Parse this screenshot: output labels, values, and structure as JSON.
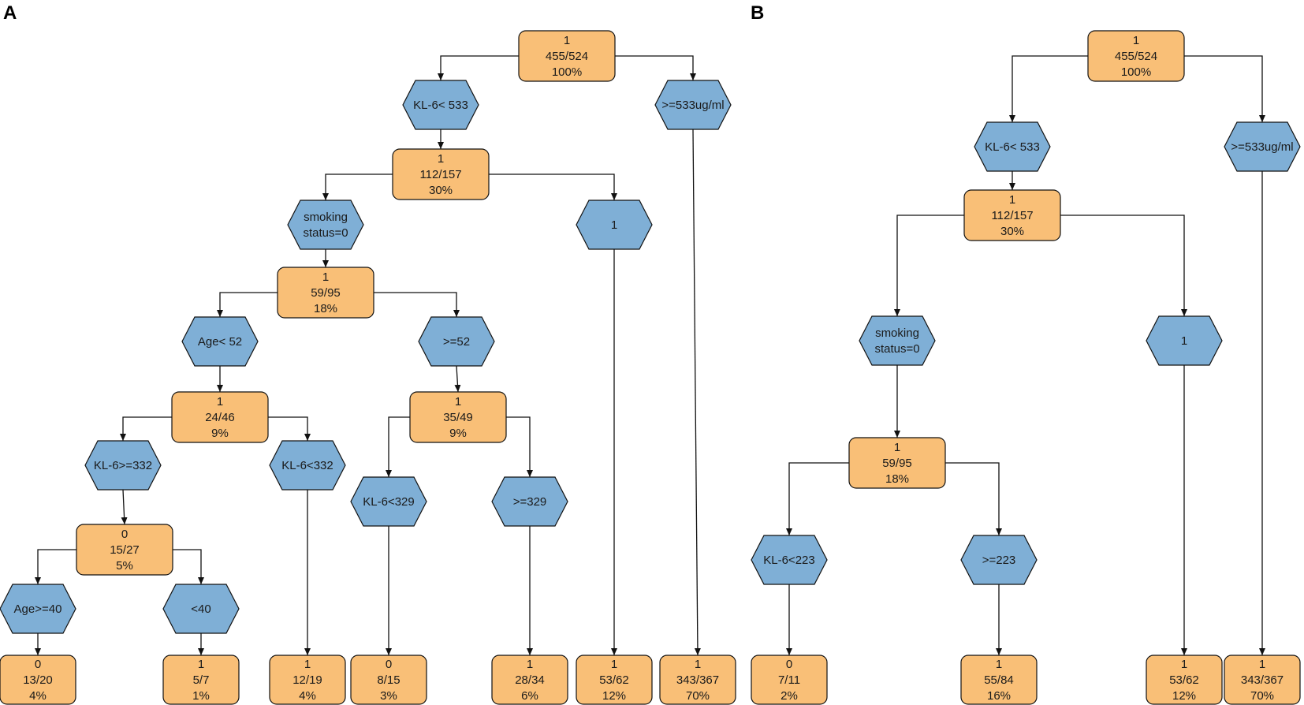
{
  "panels": [
    {
      "label": "A",
      "nodes": [
        {
          "id": "a0",
          "kind": "box",
          "lines": [
            "1",
            "455/524",
            "100%"
          ]
        },
        {
          "id": "a1",
          "kind": "hex",
          "lines": [
            "KL-6< 533"
          ]
        },
        {
          "id": "a2",
          "kind": "hex",
          "lines": [
            ">=533ug/ml"
          ]
        },
        {
          "id": "a3",
          "kind": "box",
          "lines": [
            "1",
            "112/157",
            "30%"
          ]
        },
        {
          "id": "a4",
          "kind": "hex",
          "lines": [
            "smoking",
            "status=0"
          ]
        },
        {
          "id": "a5",
          "kind": "hex",
          "lines": [
            "1"
          ]
        },
        {
          "id": "a6",
          "kind": "box",
          "lines": [
            "1",
            "59/95",
            "18%"
          ]
        },
        {
          "id": "a7",
          "kind": "hex",
          "lines": [
            "Age< 52"
          ]
        },
        {
          "id": "a8",
          "kind": "hex",
          "lines": [
            ">=52"
          ]
        },
        {
          "id": "a9",
          "kind": "box",
          "lines": [
            "1",
            "24/46",
            "9%"
          ]
        },
        {
          "id": "a10",
          "kind": "box",
          "lines": [
            "1",
            "35/49",
            "9%"
          ]
        },
        {
          "id": "a11",
          "kind": "hex",
          "lines": [
            "KL-6>=332"
          ]
        },
        {
          "id": "a12",
          "kind": "hex",
          "lines": [
            "KL-6<332"
          ]
        },
        {
          "id": "a13",
          "kind": "hex",
          "lines": [
            "KL-6<329"
          ]
        },
        {
          "id": "a14",
          "kind": "hex",
          "lines": [
            ">=329"
          ]
        },
        {
          "id": "a15",
          "kind": "box",
          "lines": [
            "0",
            "15/27",
            "5%"
          ]
        },
        {
          "id": "a16",
          "kind": "hex",
          "lines": [
            "Age>=40"
          ]
        },
        {
          "id": "a17",
          "kind": "hex",
          "lines": [
            "<40"
          ]
        },
        {
          "id": "a18",
          "kind": "box",
          "lines": [
            "0",
            "13/20",
            "4%"
          ]
        },
        {
          "id": "a19",
          "kind": "box",
          "lines": [
            "1",
            "5/7",
            "1%"
          ]
        },
        {
          "id": "a20",
          "kind": "box",
          "lines": [
            "1",
            "12/19",
            "4%"
          ]
        },
        {
          "id": "a21",
          "kind": "box",
          "lines": [
            "0",
            "8/15",
            "3%"
          ]
        },
        {
          "id": "a22",
          "kind": "box",
          "lines": [
            "1",
            "28/34",
            "6%"
          ]
        },
        {
          "id": "a23",
          "kind": "box",
          "lines": [
            "1",
            "53/62",
            "12%"
          ]
        },
        {
          "id": "a24",
          "kind": "box",
          "lines": [
            "1",
            "343/367",
            "70%"
          ]
        }
      ]
    },
    {
      "label": "B",
      "nodes": [
        {
          "id": "b0",
          "kind": "box",
          "lines": [
            "1",
            "455/524",
            "100%"
          ]
        },
        {
          "id": "b1",
          "kind": "hex",
          "lines": [
            "KL-6< 533"
          ]
        },
        {
          "id": "b2",
          "kind": "hex",
          "lines": [
            ">=533ug/ml"
          ]
        },
        {
          "id": "b3",
          "kind": "box",
          "lines": [
            "1",
            "112/157",
            "30%"
          ]
        },
        {
          "id": "b4",
          "kind": "hex",
          "lines": [
            "smoking",
            "status=0"
          ]
        },
        {
          "id": "b5",
          "kind": "hex",
          "lines": [
            "1"
          ]
        },
        {
          "id": "b6",
          "kind": "box",
          "lines": [
            "1",
            "59/95",
            "18%"
          ]
        },
        {
          "id": "b7",
          "kind": "hex",
          "lines": [
            "KL-6<223"
          ]
        },
        {
          "id": "b8",
          "kind": "hex",
          "lines": [
            ">=223"
          ]
        },
        {
          "id": "b9",
          "kind": "box",
          "lines": [
            "0",
            "7/11",
            "2%"
          ]
        },
        {
          "id": "b10",
          "kind": "box",
          "lines": [
            "1",
            "55/84",
            "16%"
          ]
        },
        {
          "id": "b11",
          "kind": "box",
          "lines": [
            "1",
            "53/62",
            "12%"
          ]
        },
        {
          "id": "b12",
          "kind": "box",
          "lines": [
            "1",
            "343/367",
            "70%"
          ]
        }
      ]
    }
  ],
  "colors": {
    "box_fill": "#f9bf77",
    "hex_fill": "#7fafd6",
    "stroke": "#111111"
  }
}
